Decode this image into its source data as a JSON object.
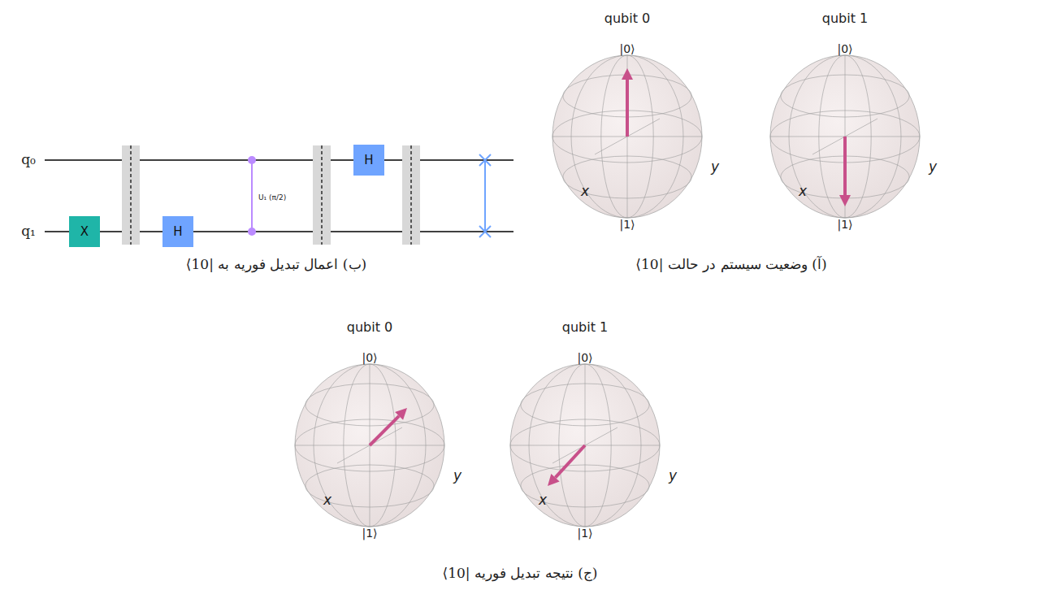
{
  "diagram": {
    "nodes": [
      {
        "text": [
          "X"
        ]
      },
      {
        "text": [
          "H"
        ]
      },
      {
        "text": [
          "H"
        ]
      }
    ],
    "labels": [
      "q₀",
      "q₁",
      "U₁ (π/2)",
      "(ب) اعمال تبدیل فوریه به |10⟩",
      "qubit 0",
      "|0⟩",
      "|1⟩",
      "x",
      "y",
      "qubit 1",
      "|0⟩",
      "|1⟩",
      "x",
      "y",
      "(آ) وضعیت سیستم در حالت |10⟩",
      "qubit 0",
      "|0⟩",
      "|1⟩",
      "x",
      "y",
      "qubit 1",
      "|0⟩",
      "|1⟩",
      "x",
      "y",
      "(ج) نتیجه تبدیل فوریه |10⟩"
    ]
  }
}
